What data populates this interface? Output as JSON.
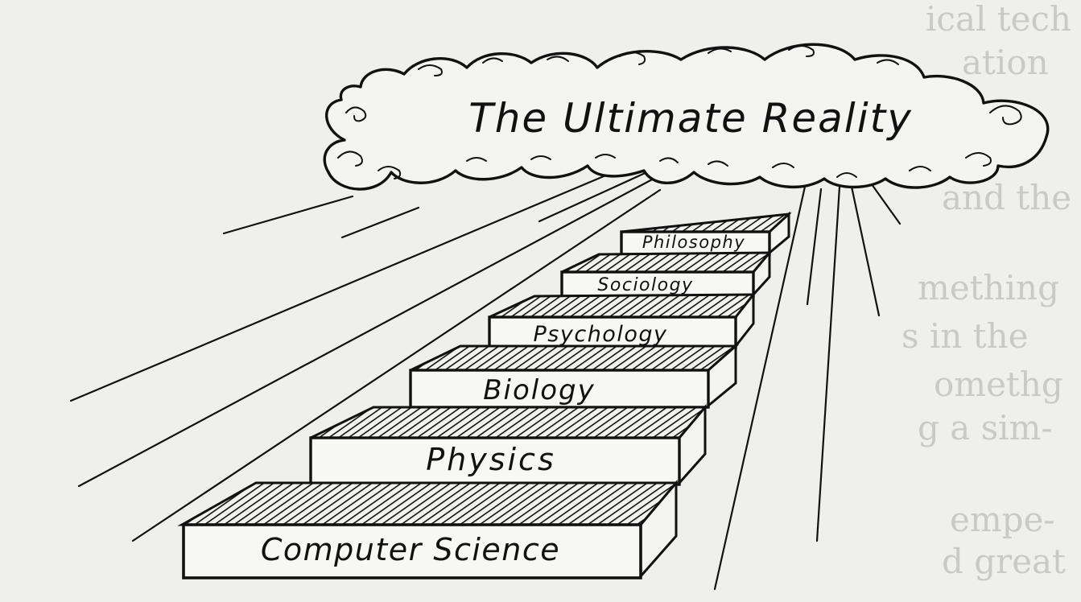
{
  "title": "The Ultimate Reality",
  "steps": [
    {
      "label": "Computer Science"
    },
    {
      "label": "Physics"
    },
    {
      "label": "Biology"
    },
    {
      "label": "Psychology"
    },
    {
      "label": "Sociology"
    },
    {
      "label": "Philosophy"
    }
  ],
  "show_through_text": [
    "ical tech",
    "ation",
    "and the",
    "mething",
    "s in the",
    "omethg",
    "g a sim-",
    "empe-",
    "d great"
  ],
  "colors": {
    "paper": "#efefed",
    "ink": "#111111",
    "show_through": "#c9c9c6"
  }
}
